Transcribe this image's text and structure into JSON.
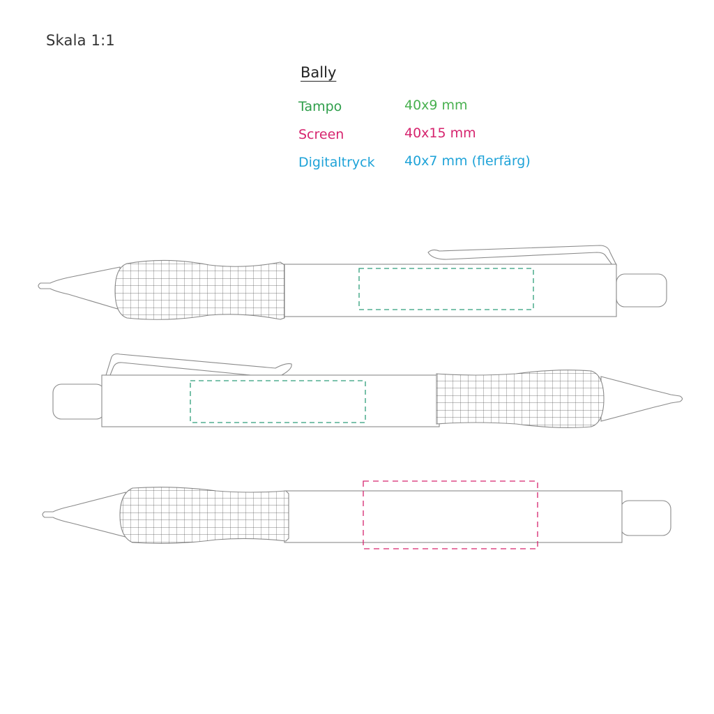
{
  "header": {
    "scale_label": "Skala 1:1",
    "product_name": "Bally"
  },
  "print_methods": [
    {
      "method": "Tampo",
      "size": "40x9 mm",
      "color": "#2e9e4a",
      "size_color": "#48b04f"
    },
    {
      "method": "Screen",
      "size": "40x15 mm",
      "color": "#d6246e",
      "size_color": "#d6246e"
    },
    {
      "method": "Digitaltryck",
      "size": "40x7 mm (flerfärg)",
      "color": "#1fa3d8",
      "size_color": "#1fa3d8"
    }
  ],
  "colors": {
    "pen_outline": "#8a8a8a",
    "grip_grid": "#555555",
    "tampo_area": "#2e9e7a",
    "screen_area": "#d6246e"
  },
  "pens": [
    {
      "name": "pen-top",
      "print_area": "tampo"
    },
    {
      "name": "pen-middle",
      "print_area": "tampo"
    },
    {
      "name": "pen-bottom",
      "print_area": "screen"
    }
  ]
}
